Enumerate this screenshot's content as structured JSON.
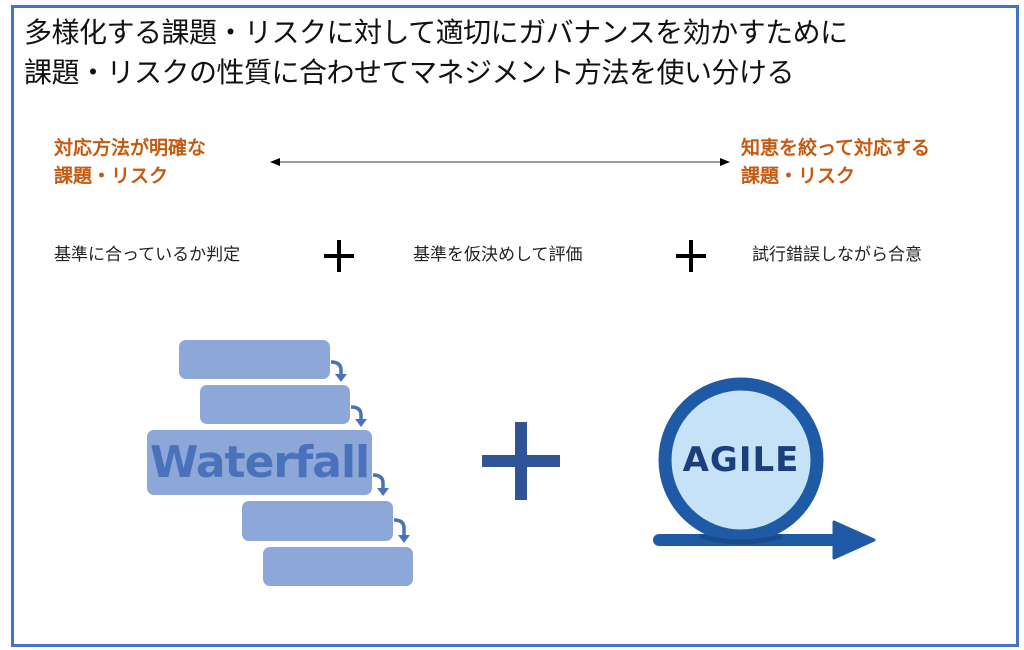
{
  "title": {
    "line1": "多様化する課題・リスクに対して適切にガバナンスを効かすために",
    "line2": "課題・リスクの性質に合わせてマネジメント方法を使い分ける"
  },
  "spectrum": {
    "left_label": {
      "line1": "対応方法が明確な",
      "line2": "課題・リスク"
    },
    "right_label": {
      "line1": "知恵を絞って対応する",
      "line2": "課題・リスク"
    }
  },
  "approaches": [
    {
      "label": "基準に合っているか判定"
    },
    {
      "label": "基準を仮決めして評価"
    },
    {
      "label": "試行錯誤しながら合意"
    }
  ],
  "methods": {
    "waterfall": {
      "label": "Waterfall",
      "step_count": 5
    },
    "agile": {
      "label": "AGILE"
    }
  },
  "colors": {
    "accent_orange": "#c55a11",
    "frame_blue": "#4472c4",
    "plus_blue": "#2f5597",
    "waterfall_block": "#8da8d8",
    "waterfall_text": "#4a72bb",
    "agile_ring": "#1f5aa6",
    "agile_fill": "#c6e2f6",
    "agile_text": "#1b3f7c"
  },
  "icons": {
    "double_arrow": "double-headed-arrow-icon",
    "plus": "plus-icon",
    "waterfall": "waterfall-steps-icon",
    "agile": "agile-cycle-icon"
  }
}
